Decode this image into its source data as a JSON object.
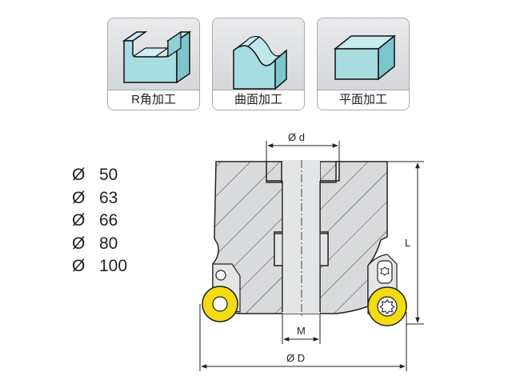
{
  "operations": [
    {
      "label": "R角加工",
      "icon": "shoulder-slot-block-icon"
    },
    {
      "label": "曲面加工",
      "icon": "curved-surface-block-icon"
    },
    {
      "label": "平面加工",
      "icon": "flat-block-icon"
    }
  ],
  "diameters": [
    {
      "symbol": "Ø",
      "value": "50"
    },
    {
      "symbol": "Ø",
      "value": "63"
    },
    {
      "symbol": "Ø",
      "value": "66"
    },
    {
      "symbol": "Ø",
      "value": "80"
    },
    {
      "symbol": "Ø",
      "value": "100"
    }
  ],
  "dimensions": {
    "bore": "Ø  d",
    "length": "L",
    "thread": "M",
    "outer": "Ø  D"
  },
  "colors": {
    "block_face": "#a7dde2",
    "block_edge": "#1a1a1a",
    "cutter_body": "#d9dadc",
    "hatch": "#555555",
    "insert": "#f3dc11"
  }
}
